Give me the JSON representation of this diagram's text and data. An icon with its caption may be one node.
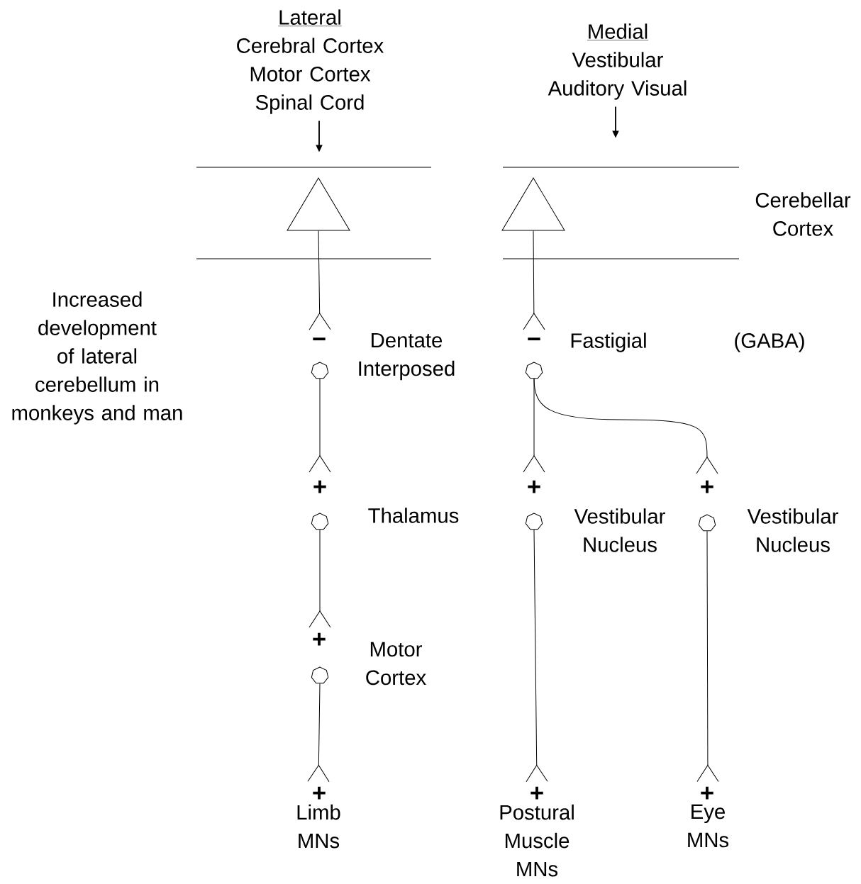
{
  "diagram": {
    "nodes": [
      {
        "text": [
          "Lateral",
          "Cerebral Cortex Motor Cortex Spinal Cord"
        ]
      },
      {
        "text": [
          "Medial",
          "Vestibular Auditory Visual"
        ]
      },
      {
        "text": [],
        "shape": "triangle"
      },
      {
        "text": [],
        "shape": "triangle"
      },
      {
        "text": [],
        "shape": "circle",
        "beside": [
          "Dentate Interposed"
        ]
      },
      {
        "text": [],
        "shape": "circle",
        "beside": [
          "Fastigial"
        ]
      },
      {
        "text": [],
        "shape": "circle",
        "beside": [
          "Thalamus"
        ]
      },
      {
        "text": [],
        "shape": "circle",
        "beside": [
          "Vestibular Nucleus"
        ]
      },
      {
        "text": [],
        "shape": "circle",
        "beside": [
          "Vestibular Nucleus"
        ]
      },
      {
        "text": [],
        "shape": "circle",
        "beside": [
          "Motor Cortex"
        ]
      },
      {
        "text": [
          "Limb MNs"
        ]
      },
      {
        "text": [
          "Postural Muscle MNs"
        ]
      },
      {
        "text": [
          "Eye MNs"
        ]
      }
    ],
    "edges": [
      {
        "from": 0,
        "to": null,
        "arrow": "to"
      },
      {
        "from": 1,
        "to": null,
        "arrow": "to"
      },
      {
        "from": 2,
        "to": 4,
        "arrow": "other"
      },
      {
        "from": 3,
        "to": 5,
        "arrow": "other"
      },
      {
        "from": 4,
        "to": 6,
        "arrow": "other"
      },
      {
        "from": 5,
        "to": 7,
        "arrow": "other"
      },
      {
        "from": 5,
        "to": 8,
        "arrow": "other"
      },
      {
        "from": 6,
        "to": 9,
        "arrow": "other"
      },
      {
        "from": 9,
        "to": 10,
        "arrow": "other"
      },
      {
        "from": 7,
        "to": 11,
        "arrow": "other"
      },
      {
        "from": 8,
        "to": 12,
        "arrow": "other"
      }
    ],
    "labels": [
      "Cerebellar Cortex",
      "Increased development of lateral cerebellum in monkeys and man",
      "−",
      "−",
      "(GABA)",
      "+",
      "+",
      "+",
      "+",
      "+",
      "+",
      "+"
    ]
  }
}
